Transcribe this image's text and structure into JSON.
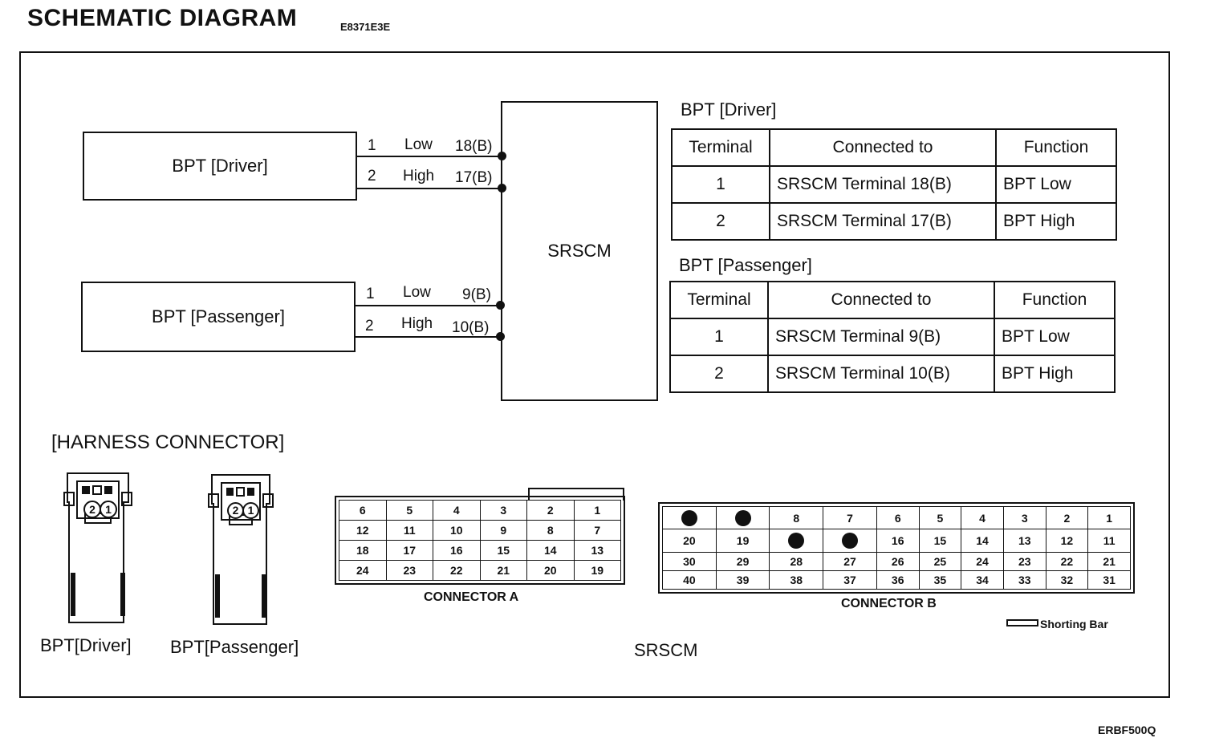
{
  "header": {
    "title": "SCHEMATIC DIAGRAM",
    "code": "E8371E3E"
  },
  "footer": {
    "code": "ERBF500Q"
  },
  "schematic": {
    "module_label": "SRSCM",
    "driver": {
      "label": "BPT [Driver]",
      "wires": [
        {
          "pin": "1",
          "signal": "Low",
          "terminal": "18(B)"
        },
        {
          "pin": "2",
          "signal": "High",
          "terminal": "17(B)"
        }
      ]
    },
    "passenger": {
      "label": "BPT [Passenger]",
      "wires": [
        {
          "pin": "1",
          "signal": "Low",
          "terminal": "9(B)"
        },
        {
          "pin": "2",
          "signal": "High",
          "terminal": "10(B)"
        }
      ]
    }
  },
  "tables": {
    "driver": {
      "title": "BPT [Driver]",
      "headers": [
        "Terminal",
        "Connected to",
        "Function"
      ],
      "rows": [
        [
          "1",
          "SRSCM Terminal 18(B)",
          "BPT Low"
        ],
        [
          "2",
          "SRSCM Terminal 17(B)",
          "BPT High"
        ]
      ]
    },
    "passenger": {
      "title": "BPT [Passenger]",
      "headers": [
        "Terminal",
        "Connected to",
        "Function"
      ],
      "rows": [
        [
          "1",
          "SRSCM Terminal 9(B)",
          "BPT Low"
        ],
        [
          "2",
          "SRSCM Terminal 10(B)",
          "BPT High"
        ]
      ]
    }
  },
  "harness": {
    "title": "[HARNESS CONNECTOR]",
    "driver_plug": {
      "label": "BPT[Driver]",
      "pins": [
        "2",
        "1"
      ]
    },
    "passenger_plug": {
      "label": "BPT[Passenger]",
      "pins": [
        "2",
        "1"
      ]
    },
    "srscm_label": "SRSCM",
    "connector_a": {
      "caption": "CONNECTOR A",
      "rows": [
        [
          "6",
          "5",
          "4",
          "3",
          "2",
          "1"
        ],
        [
          "12",
          "11",
          "10",
          "9",
          "8",
          "7"
        ],
        [
          "18",
          "17",
          "16",
          "15",
          "14",
          "13"
        ],
        [
          "24",
          "23",
          "22",
          "21",
          "20",
          "19"
        ]
      ]
    },
    "connector_b": {
      "caption": "CONNECTOR B",
      "rows": [
        [
          "",
          "",
          "8",
          "7",
          "6",
          "5",
          "4",
          "3",
          "2",
          "1"
        ],
        [
          "20",
          "19",
          "",
          "",
          "16",
          "15",
          "14",
          "13",
          "12",
          "11"
        ],
        [
          "30",
          "29",
          "28",
          "27",
          "26",
          "25",
          "24",
          "23",
          "22",
          "21"
        ],
        [
          "40",
          "39",
          "38",
          "37",
          "36",
          "35",
          "34",
          "33",
          "32",
          "31"
        ]
      ],
      "shorting_bar_positions": [
        "10",
        "9",
        "18",
        "17"
      ]
    },
    "legend": {
      "shorting_bar": "Shorting Bar"
    }
  }
}
